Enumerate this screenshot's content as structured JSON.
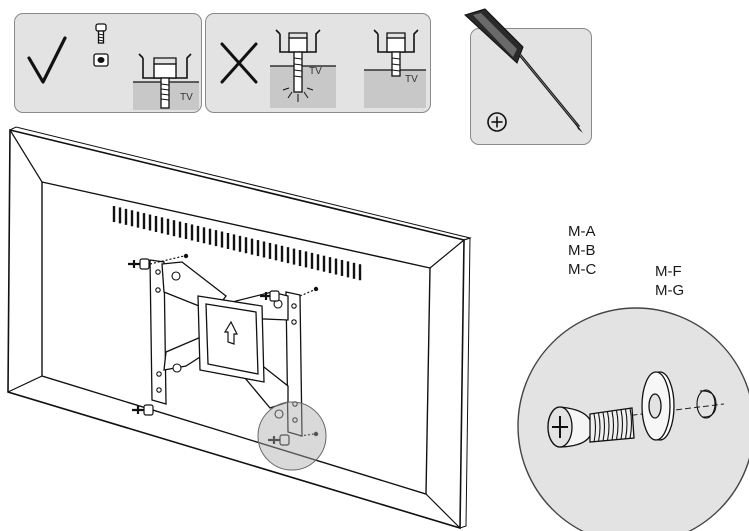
{
  "instructions": {
    "correct_panel": {
      "tv_label": "TV"
    },
    "wrong_panel": {
      "tv_label_left": "TV",
      "tv_label_right": "TV"
    },
    "tool_panel": {
      "tool": "phillips-screwdriver"
    }
  },
  "callouts": {
    "screws": [
      "M-A",
      "M-B",
      "M-C"
    ],
    "washers": [
      "M-F",
      "M-G"
    ]
  },
  "icons": [
    "check-mark-icon",
    "cross-mark-icon",
    "screw-icon",
    "spacer-icon",
    "bracket-on-tv-icon",
    "screwdriver-icon",
    "phillips-head-icon"
  ]
}
